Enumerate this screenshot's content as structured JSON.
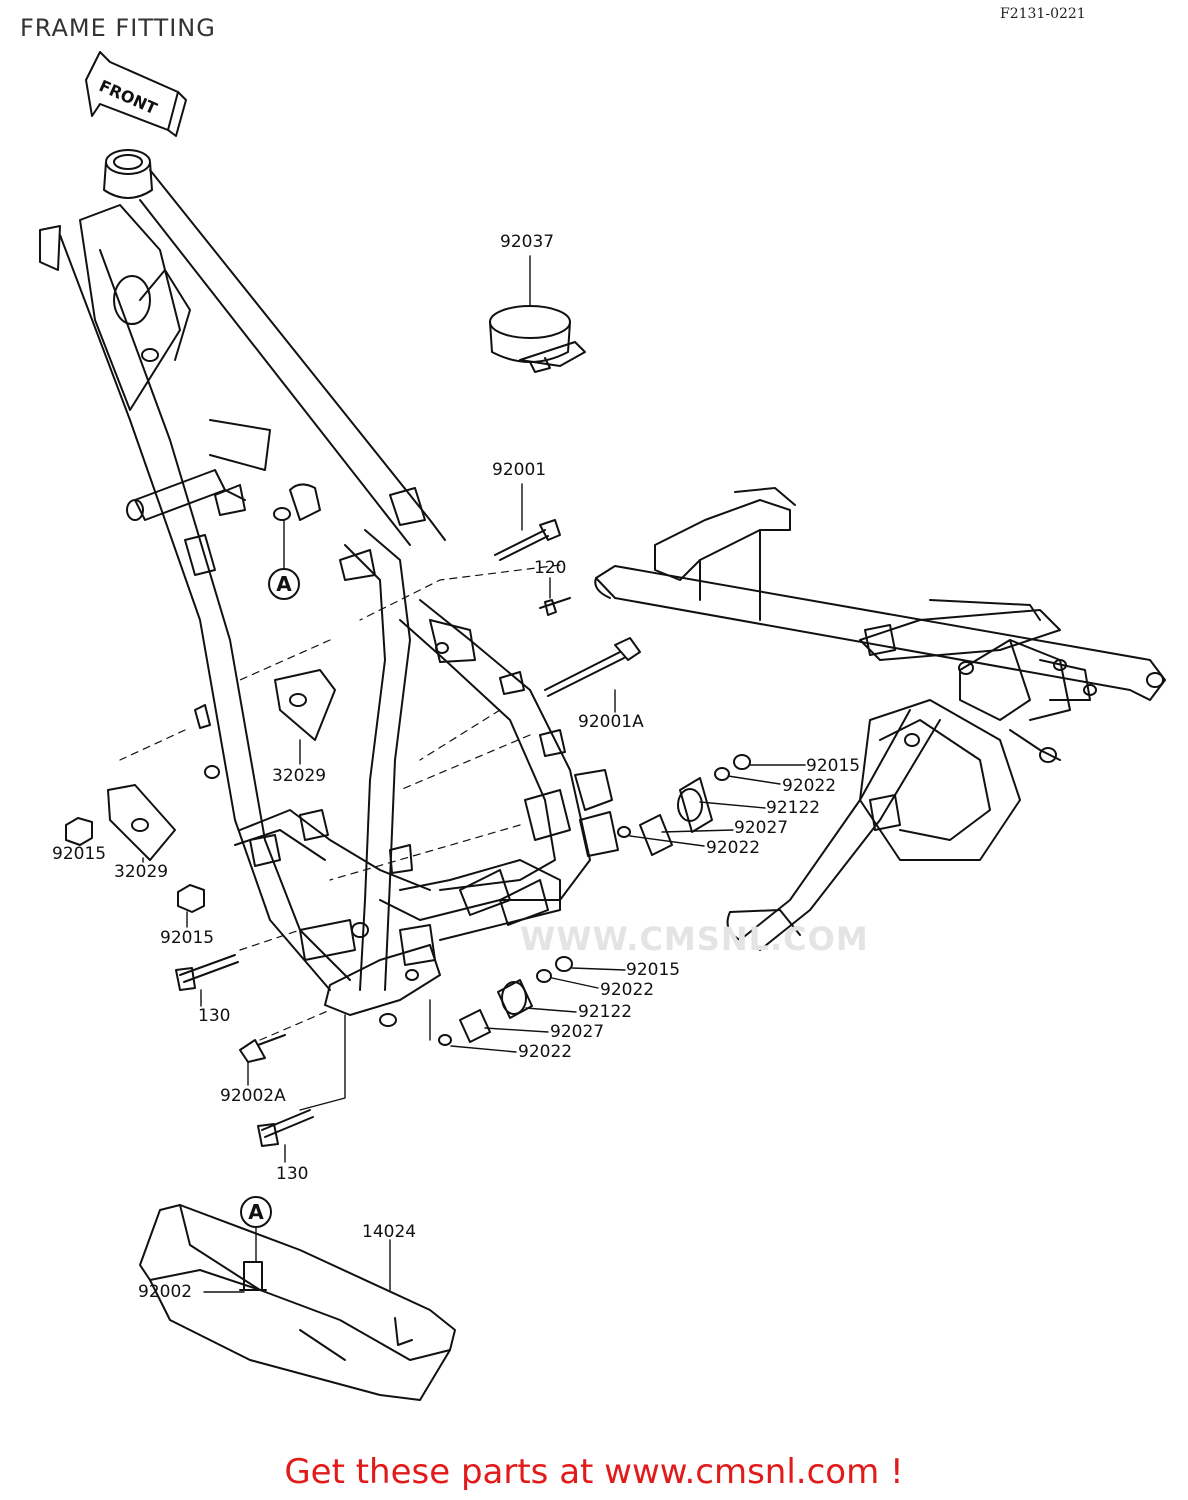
{
  "header": {
    "title": "FRAME FITTING",
    "reference": "F2131-0221"
  },
  "front_arrow": {
    "label": "FRONT"
  },
  "ref_marker": {
    "letter": "A"
  },
  "watermark": {
    "text": "WWW.CMSNL.COM"
  },
  "callouts": {
    "c92037": "92037",
    "c92001": "92001",
    "c120": "120",
    "c92001a": "92001A",
    "c32029_upper": "32029",
    "c32029_lower": "32029",
    "c92015_left": "92015",
    "c92015_mid": "92015",
    "c130_upper": "130",
    "c92002a": "92002A",
    "c130_lower": "130",
    "c14024": "14024",
    "c92002": "92002",
    "c92015_ru": "92015",
    "c92022_ru1": "92022",
    "c92122_ru": "92122",
    "c92027_ru": "92027",
    "c92022_ru2": "92022",
    "c92015_rl": "92015",
    "c92022_rl1": "92022",
    "c92122_rl": "92122",
    "c92027_rl": "92027",
    "c92022_rl2": "92022"
  },
  "footer": {
    "link_text": "Get these parts at www.cmsnl.com !",
    "link_color": "#e11a1a"
  }
}
